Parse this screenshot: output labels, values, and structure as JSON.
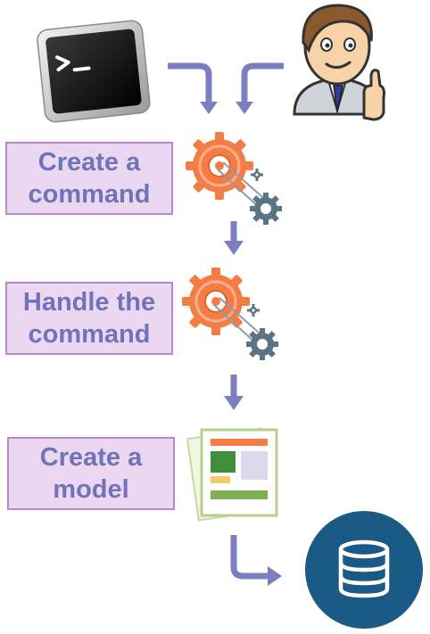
{
  "steps": [
    {
      "line1": "Create a",
      "line2": "command"
    },
    {
      "line1": "Handle the",
      "line2": "command"
    },
    {
      "line1": "Create a",
      "line2": "model"
    }
  ],
  "colors": {
    "label_bg": "#ecd7f2",
    "label_border": "#b78ac7",
    "label_text": "#6f74b7",
    "arrow": "#7b7fc0",
    "gear_orange": "#f47c45",
    "gear_gray": "#5a7385",
    "database_bg": "#1c5a86"
  },
  "icons": [
    "terminal-icon",
    "user-thumbs-up-icon",
    "gears-icon",
    "gears-icon",
    "document-icon",
    "database-icon"
  ]
}
